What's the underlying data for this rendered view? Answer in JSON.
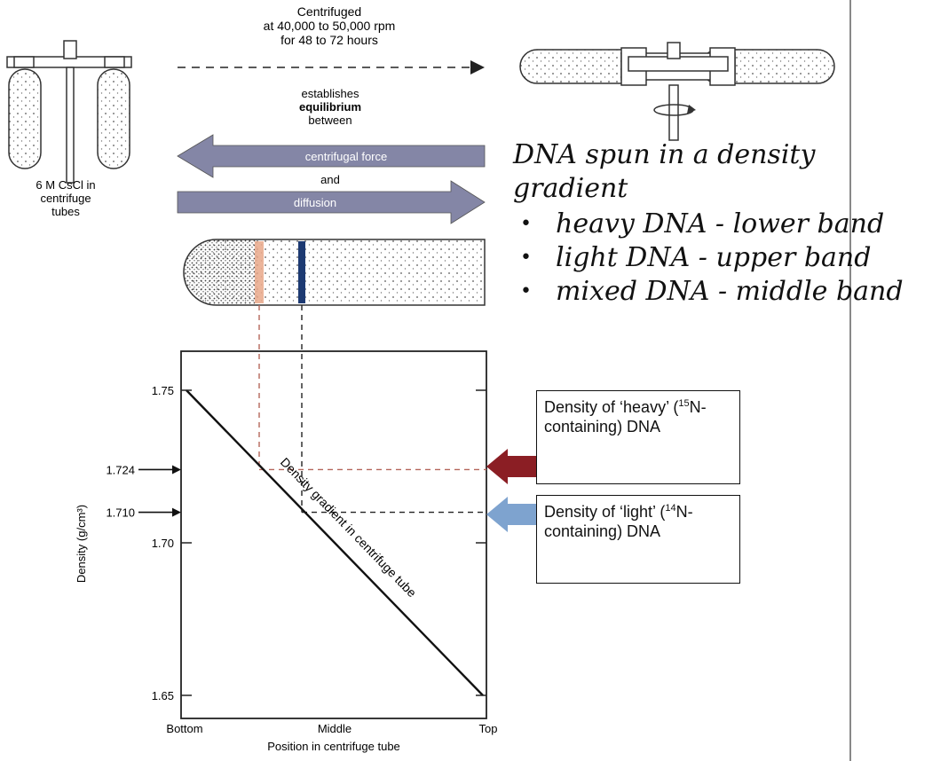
{
  "top_labels": {
    "centrifuged_line1": "Centrifuged",
    "centrifuged_line2": "at 40,000 to 50,000 rpm",
    "centrifuged_line3": "for 48 to 72 hours",
    "establishes": "establishes",
    "equilibrium": "equilibrium",
    "between": "between",
    "centrifugal_force": "centrifugal force",
    "and": "and",
    "diffusion": "diffusion",
    "tube_label_line1": "6 M CsCl in",
    "tube_label_line2": "centrifuge",
    "tube_label_line3": "tubes"
  },
  "notes": {
    "heading": "DNA spun in a density gradient",
    "items": [
      "heavy DNA - lower band",
      "light DNA - upper band",
      "mixed DNA - middle band"
    ]
  },
  "callouts": {
    "heavy": {
      "prefix": "Density of ‘heavy’ (",
      "sup": "15",
      "suffix": "N-containing) DNA",
      "arrow_color": "#8b1e24"
    },
    "light": {
      "prefix": "Density of ‘light’ (",
      "sup": "14",
      "suffix": "N-containing) DNA",
      "arrow_color": "#7ea3cf"
    }
  },
  "colors": {
    "force_arrow": "#8486a6",
    "heavy_band": "#e9a889",
    "light_band": "#1d3a72",
    "dashed_heavy": "#b5665a"
  },
  "chart_data": {
    "type": "line",
    "xlabel": "Position in centrifuge tube",
    "ylabel": "Density (g/cm³)",
    "x_categories": [
      "Bottom",
      "Middle",
      "Top"
    ],
    "ylim": [
      1.65,
      1.75
    ],
    "y_ticks": [
      1.65,
      1.7,
      1.75
    ],
    "y_tick_labels": [
      "1.65",
      "1.70",
      "1.75"
    ],
    "series": [
      {
        "name": "Density gradient in centrifuge tube",
        "x": [
          0,
          1
        ],
        "y": [
          1.75,
          1.65
        ]
      }
    ],
    "markers": [
      {
        "label": "1.724",
        "y": 1.724,
        "band": "heavy"
      },
      {
        "label": "1.710",
        "y": 1.71,
        "band": "light"
      }
    ]
  }
}
